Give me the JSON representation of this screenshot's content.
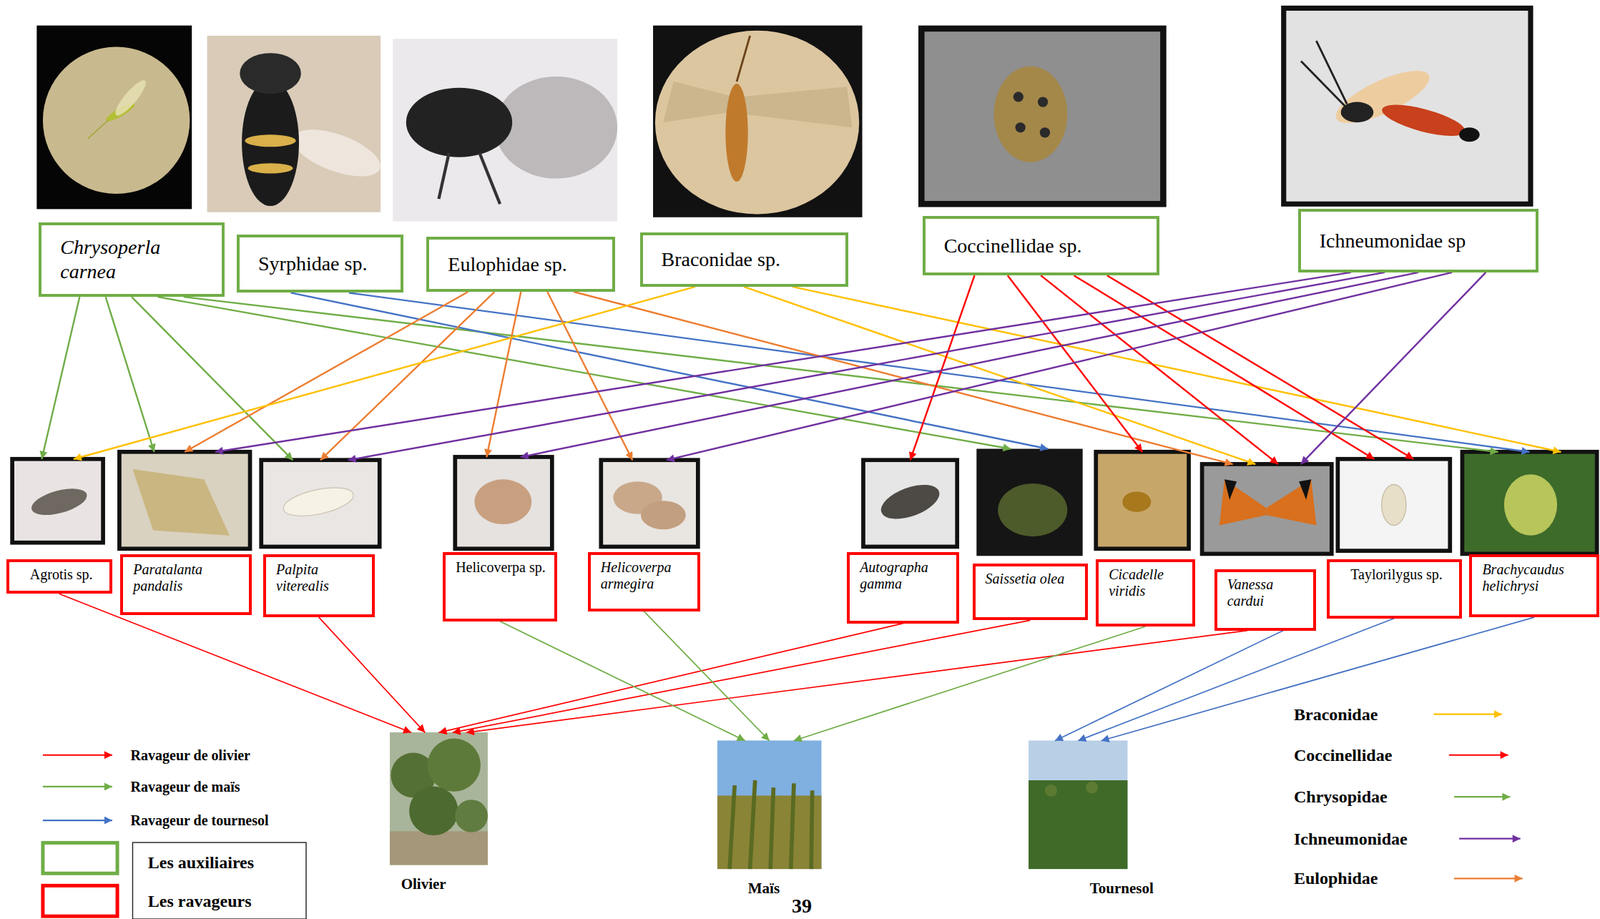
{
  "diagram": {
    "nodes": [
      {
        "text": [
          "Chrysoperla carnea"
        ]
      },
      {
        "text": [
          "Syrphidae sp."
        ]
      },
      {
        "text": [
          "Eulophidae sp."
        ]
      },
      {
        "text": [
          "Braconidae sp."
        ]
      },
      {
        "text": [
          "Coccinellidae sp."
        ]
      },
      {
        "text": [
          "Ichneumonidae sp"
        ]
      },
      {
        "text": [
          "Agrotis sp."
        ]
      },
      {
        "text": [
          "Paratalanta pandalis"
        ]
      },
      {
        "text": [
          "Palpita viterealis"
        ]
      },
      {
        "text": [
          "Helicoverpa sp."
        ]
      },
      {
        "text": [
          "Helicoverpa armegira"
        ]
      },
      {
        "text": [
          "Autographa gamma"
        ]
      },
      {
        "text": [
          "Saissetia olea"
        ]
      },
      {
        "text": [
          "Cicadelle viridis"
        ]
      },
      {
        "text": [
          "Vanessa cardui"
        ]
      },
      {
        "text": [
          "Taylorilygus sp."
        ]
      },
      {
        "text": [
          "Brachycaudus helichrysi"
        ]
      },
      {
        "text": [
          "Olivier"
        ]
      },
      {
        "text": [
          "Maïs"
        ]
      },
      {
        "text": [
          "Tournesol"
        ]
      }
    ],
    "edges": [
      {
        "from": 0,
        "to": 6,
        "arrow": "to"
      },
      {
        "from": 0,
        "to": 7,
        "arrow": "to"
      },
      {
        "from": 0,
        "to": 8,
        "arrow": "to"
      },
      {
        "from": 0,
        "to": 12,
        "arrow": "to"
      },
      {
        "from": 0,
        "to": 16,
        "arrow": "to"
      },
      {
        "from": 1,
        "to": 12,
        "arrow": "to"
      },
      {
        "from": 1,
        "to": 16,
        "arrow": "to"
      },
      {
        "from": 2,
        "to": 7,
        "arrow": "to"
      },
      {
        "from": 2,
        "to": 8,
        "arrow": "to"
      },
      {
        "from": 2,
        "to": 9,
        "arrow": "to"
      },
      {
        "from": 2,
        "to": 10,
        "arrow": "to"
      },
      {
        "from": 2,
        "to": 14,
        "arrow": "to"
      },
      {
        "from": 3,
        "to": 6,
        "arrow": "to"
      },
      {
        "from": 3,
        "to": 14,
        "arrow": "to"
      },
      {
        "from": 3,
        "to": 16,
        "arrow": "to"
      },
      {
        "from": 4,
        "to": 11,
        "arrow": "to"
      },
      {
        "from": 4,
        "to": 13,
        "arrow": "to"
      },
      {
        "from": 4,
        "to": 14,
        "arrow": "to"
      },
      {
        "from": 4,
        "to": 15,
        "arrow": "to"
      },
      {
        "from": 4,
        "to": 15,
        "arrow": "to"
      },
      {
        "from": 5,
        "to": 7,
        "arrow": "to"
      },
      {
        "from": 5,
        "to": 8,
        "arrow": "to"
      },
      {
        "from": 5,
        "to": 9,
        "arrow": "to"
      },
      {
        "from": 5,
        "to": 10,
        "arrow": "to"
      },
      {
        "from": 5,
        "to": 14,
        "arrow": "to"
      },
      {
        "from": 6,
        "to": 17,
        "arrow": "to"
      },
      {
        "from": 8,
        "to": 17,
        "arrow": "to"
      },
      {
        "from": 11,
        "to": 17,
        "arrow": "to"
      },
      {
        "from": 12,
        "to": 17,
        "arrow": "to"
      },
      {
        "from": 14,
        "to": 17,
        "arrow": "to"
      },
      {
        "from": 9,
        "to": 18,
        "arrow": "to"
      },
      {
        "from": 10,
        "to": 18,
        "arrow": "to"
      },
      {
        "from": 13,
        "to": 18,
        "arrow": "to"
      },
      {
        "from": 14,
        "to": 19,
        "arrow": "to"
      },
      {
        "from": 15,
        "to": 19,
        "arrow": "to"
      },
      {
        "from": 16,
        "to": 19,
        "arrow": "to"
      }
    ],
    "labels": [
      "39"
    ],
    "legend": [
      {
        "text": "Ravageur de olivier"
      },
      {
        "text": "Ravageur de maïs"
      },
      {
        "text": "Ravageur de tournesol"
      },
      {
        "text": "Les auxiliaires"
      },
      {
        "text": "Les ravageurs"
      },
      {
        "text": "Braconidae"
      },
      {
        "text": "Coccinellidae"
      },
      {
        "text": "Chrysopidae"
      },
      {
        "text": "Ichneumonidae"
      },
      {
        "text": "Eulophidae"
      }
    ]
  }
}
